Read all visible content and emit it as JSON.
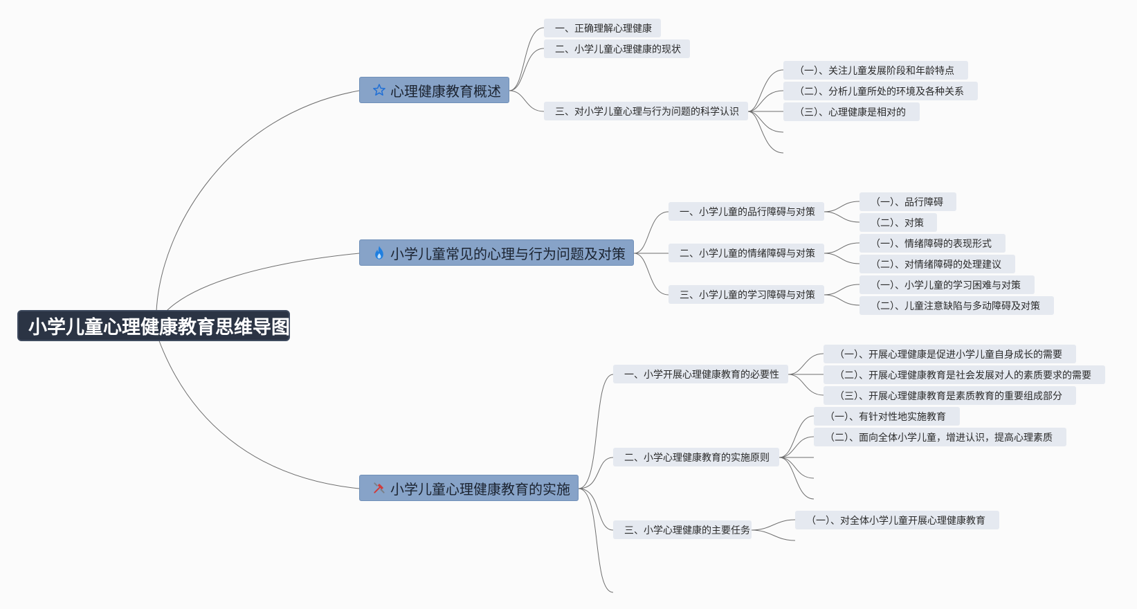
{
  "root": {
    "title": "小学儿童心理健康教育思维导图"
  },
  "branches": [
    {
      "label": "心理健康教育概述",
      "icon": "star-icon",
      "icon_color": "#1f6fd6",
      "children": [
        {
          "label": "一、正确理解心理健康"
        },
        {
          "label": "二、小学儿童心理健康的现状"
        },
        {
          "label": "三、对小学儿童心理与行为问题的科学认识",
          "children": [
            {
              "label": "（一）、关注儿童发展阶段和年龄特点"
            },
            {
              "label": "（二）、分析儿童所处的环境及各种关系"
            },
            {
              "label": "（三）、心理健康是相对的"
            }
          ]
        }
      ]
    },
    {
      "label": "小学儿童常见的心理与行为问题及对策",
      "icon": "flame-icon",
      "icon_color": "#1f7fe0",
      "children": [
        {
          "label": "一、小学儿童的品行障碍与对策",
          "children": [
            {
              "label": "（一）、品行障碍"
            },
            {
              "label": "（二）、对策"
            }
          ]
        },
        {
          "label": "二、小学儿童的情绪障碍与对策",
          "children": [
            {
              "label": "（一）、情绪障碍的表现形式"
            },
            {
              "label": "（二）、对情绪障碍的处理建议"
            }
          ]
        },
        {
          "label": "三、小学儿童的学习障碍与对策",
          "children": [
            {
              "label": "（一）、小学儿童的学习困难与对策"
            },
            {
              "label": "（二）、儿童注意缺陷与多动障碍及对策"
            }
          ]
        }
      ]
    },
    {
      "label": "小学儿童心理健康教育的实施",
      "icon": "tools-icon",
      "icon_color": "#d03a3a",
      "children": [
        {
          "label": "一、小学开展心理健康教育的必要性",
          "children": [
            {
              "label": "（一）、开展心理健康是促进小学儿童自身成长的需要"
            },
            {
              "label": "（二）、开展心理健康教育是社会发展对人的素质要求的需要"
            },
            {
              "label": "（三）、开展心理健康教育是素质教育的重要组成部分"
            }
          ]
        },
        {
          "label": "二、小学心理健康教育的实施原则",
          "children": [
            {
              "label": "（一）、有针对性地实施教育"
            },
            {
              "label": "（二）、面向全体小学儿童，增进认识，提高心理素质"
            }
          ]
        },
        {
          "label": "三、小学心理健康的主要任务",
          "children": [
            {
              "label": "（一）、对全体小学儿童开展心理健康教育"
            }
          ]
        }
      ]
    }
  ]
}
